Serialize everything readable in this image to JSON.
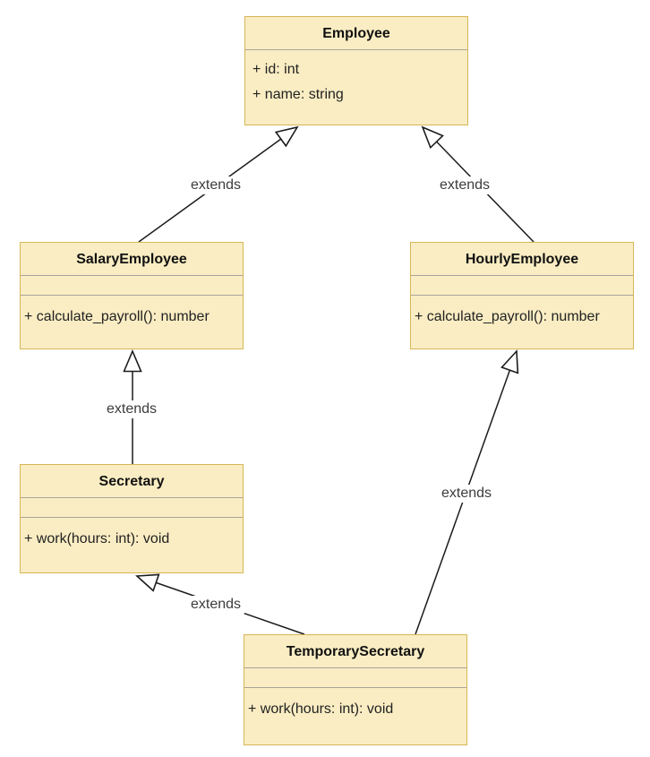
{
  "diagram": {
    "kind": "uml-class-diagram",
    "colors": {
      "background": "#FFFFFF",
      "class_fill": "#FAEDC3",
      "class_border": "#D6B656",
      "divider": "#A9A499",
      "edge_line": "#1B1B1B",
      "edge_label_text": "#3C3C3C",
      "title_text": "#111111",
      "member_text": "#222222"
    },
    "classes": [
      {
        "name": "Employee",
        "attributes": [
          "+ id: int",
          "+ name: string"
        ],
        "methods": []
      },
      {
        "name": "SalaryEmployee",
        "attributes": [],
        "methods": [
          "+ calculate_payroll(): number"
        ]
      },
      {
        "name": "HourlyEmployee",
        "attributes": [],
        "methods": [
          "+ calculate_payroll(): number"
        ]
      },
      {
        "name": "Secretary",
        "attributes": [],
        "methods": [
          "+ work(hours: int): void"
        ]
      },
      {
        "name": "TemporarySecretary",
        "attributes": [],
        "methods": [
          "+ work(hours: int): void"
        ]
      }
    ],
    "edges": [
      {
        "from": "SalaryEmployee",
        "to": "Employee",
        "relation": "inheritance",
        "label": "extends"
      },
      {
        "from": "HourlyEmployee",
        "to": "Employee",
        "relation": "inheritance",
        "label": "extends"
      },
      {
        "from": "Secretary",
        "to": "SalaryEmployee",
        "relation": "inheritance",
        "label": "extends"
      },
      {
        "from": "TemporarySecretary",
        "to": "Secretary",
        "relation": "inheritance",
        "label": "extends"
      },
      {
        "from": "TemporarySecretary",
        "to": "HourlyEmployee",
        "relation": "inheritance",
        "label": "extends"
      }
    ]
  }
}
